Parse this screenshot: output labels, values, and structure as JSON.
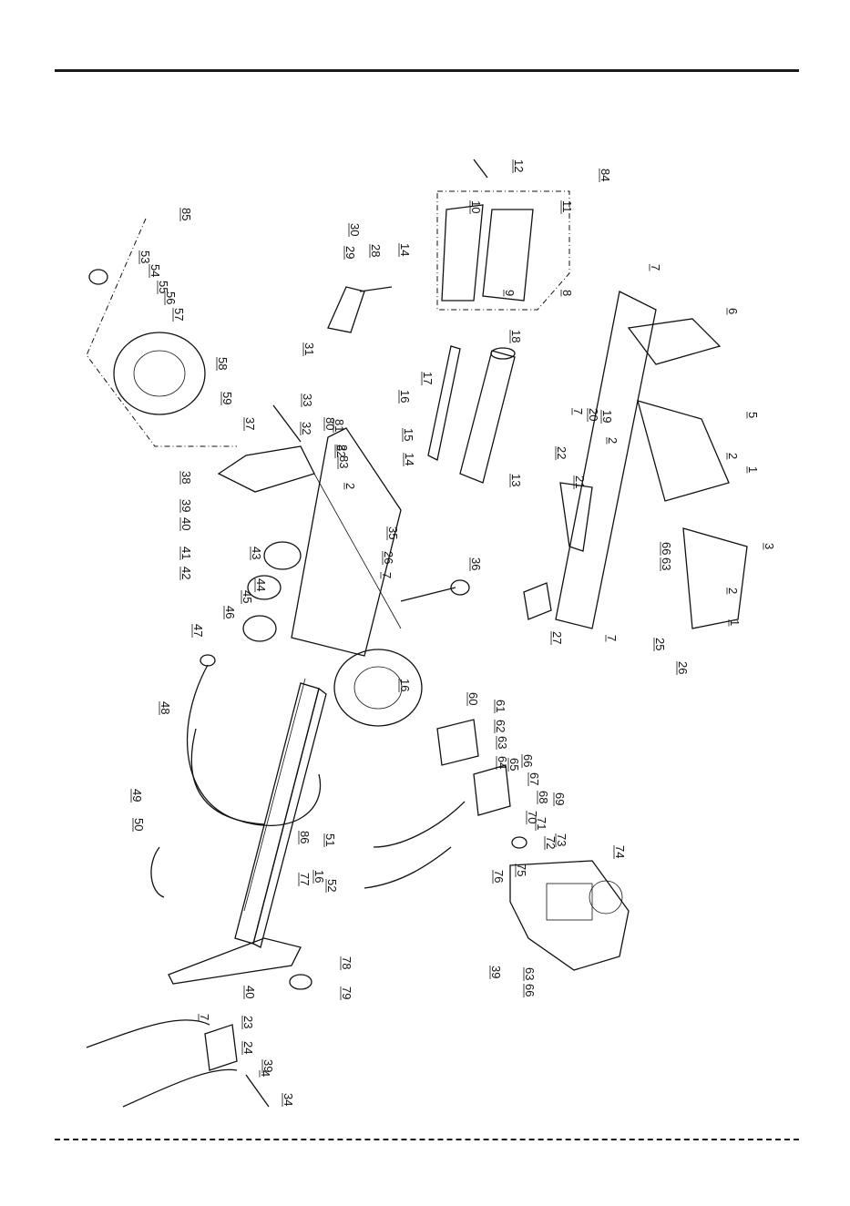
{
  "diagram": {
    "labels": [
      {
        "text": "1"
      },
      {
        "text": "2"
      },
      {
        "text": "3"
      },
      {
        "text": "4"
      },
      {
        "text": "5"
      },
      {
        "text": "6"
      },
      {
        "text": "7"
      },
      {
        "text": "8"
      },
      {
        "text": "9"
      },
      {
        "text": "10"
      },
      {
        "text": "11"
      },
      {
        "text": "12"
      },
      {
        "text": "13"
      },
      {
        "text": "14"
      },
      {
        "text": "15"
      },
      {
        "text": "16"
      },
      {
        "text": "17"
      },
      {
        "text": "18"
      },
      {
        "text": "19"
      },
      {
        "text": "20"
      },
      {
        "text": "21"
      },
      {
        "text": "22"
      },
      {
        "text": "23"
      },
      {
        "text": "24"
      },
      {
        "text": "25"
      },
      {
        "text": "26"
      },
      {
        "text": "27"
      },
      {
        "text": "28"
      },
      {
        "text": "29"
      },
      {
        "text": "30"
      },
      {
        "text": "31"
      },
      {
        "text": "32"
      },
      {
        "text": "33"
      },
      {
        "text": "34"
      },
      {
        "text": "35"
      },
      {
        "text": "36"
      },
      {
        "text": "37"
      },
      {
        "text": "38"
      },
      {
        "text": "39"
      },
      {
        "text": "40"
      },
      {
        "text": "41"
      },
      {
        "text": "42"
      },
      {
        "text": "43"
      },
      {
        "text": "44"
      },
      {
        "text": "45"
      },
      {
        "text": "46"
      },
      {
        "text": "47"
      },
      {
        "text": "48"
      },
      {
        "text": "49"
      },
      {
        "text": "50"
      },
      {
        "text": "51"
      },
      {
        "text": "52"
      },
      {
        "text": "53"
      },
      {
        "text": "54"
      },
      {
        "text": "55"
      },
      {
        "text": "56"
      },
      {
        "text": "57"
      },
      {
        "text": "58"
      },
      {
        "text": "59"
      },
      {
        "text": "60"
      },
      {
        "text": "61"
      },
      {
        "text": "62"
      },
      {
        "text": "63"
      },
      {
        "text": "64"
      },
      {
        "text": "65"
      },
      {
        "text": "66"
      },
      {
        "text": "67"
      },
      {
        "text": "68"
      },
      {
        "text": "69"
      },
      {
        "text": "70"
      },
      {
        "text": "71"
      },
      {
        "text": "72"
      },
      {
        "text": "73"
      },
      {
        "text": "74"
      },
      {
        "text": "75"
      },
      {
        "text": "76"
      },
      {
        "text": "77"
      },
      {
        "text": "78"
      },
      {
        "text": "79"
      },
      {
        "text": "80"
      },
      {
        "text": "81"
      },
      {
        "text": "82"
      },
      {
        "text": "83"
      },
      {
        "text": "84"
      },
      {
        "text": "85"
      },
      {
        "text": "86"
      },
      {
        "text": "2"
      },
      {
        "text": "2"
      },
      {
        "text": "2"
      },
      {
        "text": "2"
      },
      {
        "text": "1"
      },
      {
        "text": "7"
      },
      {
        "text": "7"
      },
      {
        "text": "7"
      },
      {
        "text": "7"
      },
      {
        "text": "14"
      },
      {
        "text": "16"
      },
      {
        "text": "16"
      },
      {
        "text": "26"
      },
      {
        "text": "39"
      },
      {
        "text": "39"
      },
      {
        "text": "40"
      },
      {
        "text": "63"
      },
      {
        "text": "63"
      },
      {
        "text": "66"
      },
      {
        "text": "66"
      }
    ]
  }
}
